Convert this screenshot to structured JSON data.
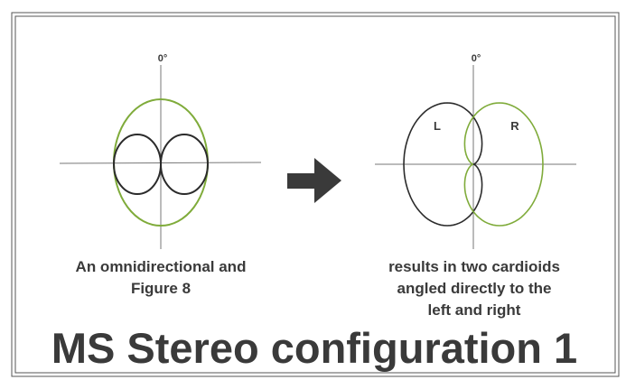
{
  "left_diagram": {
    "angle_label": "0°",
    "caption": [
      "An omnidirectional and",
      "Figure 8"
    ]
  },
  "right_diagram": {
    "angle_label": "0°",
    "left_label": "L",
    "right_label": "R",
    "caption": [
      "results in two cardioids",
      "angled directly to the",
      "left and right"
    ]
  },
  "title": "MS Stereo configuration 1",
  "colors": {
    "green": "#7fab3a",
    "black": "#2b2b2b",
    "axis": "#777777",
    "text": "#3a3a3a"
  }
}
